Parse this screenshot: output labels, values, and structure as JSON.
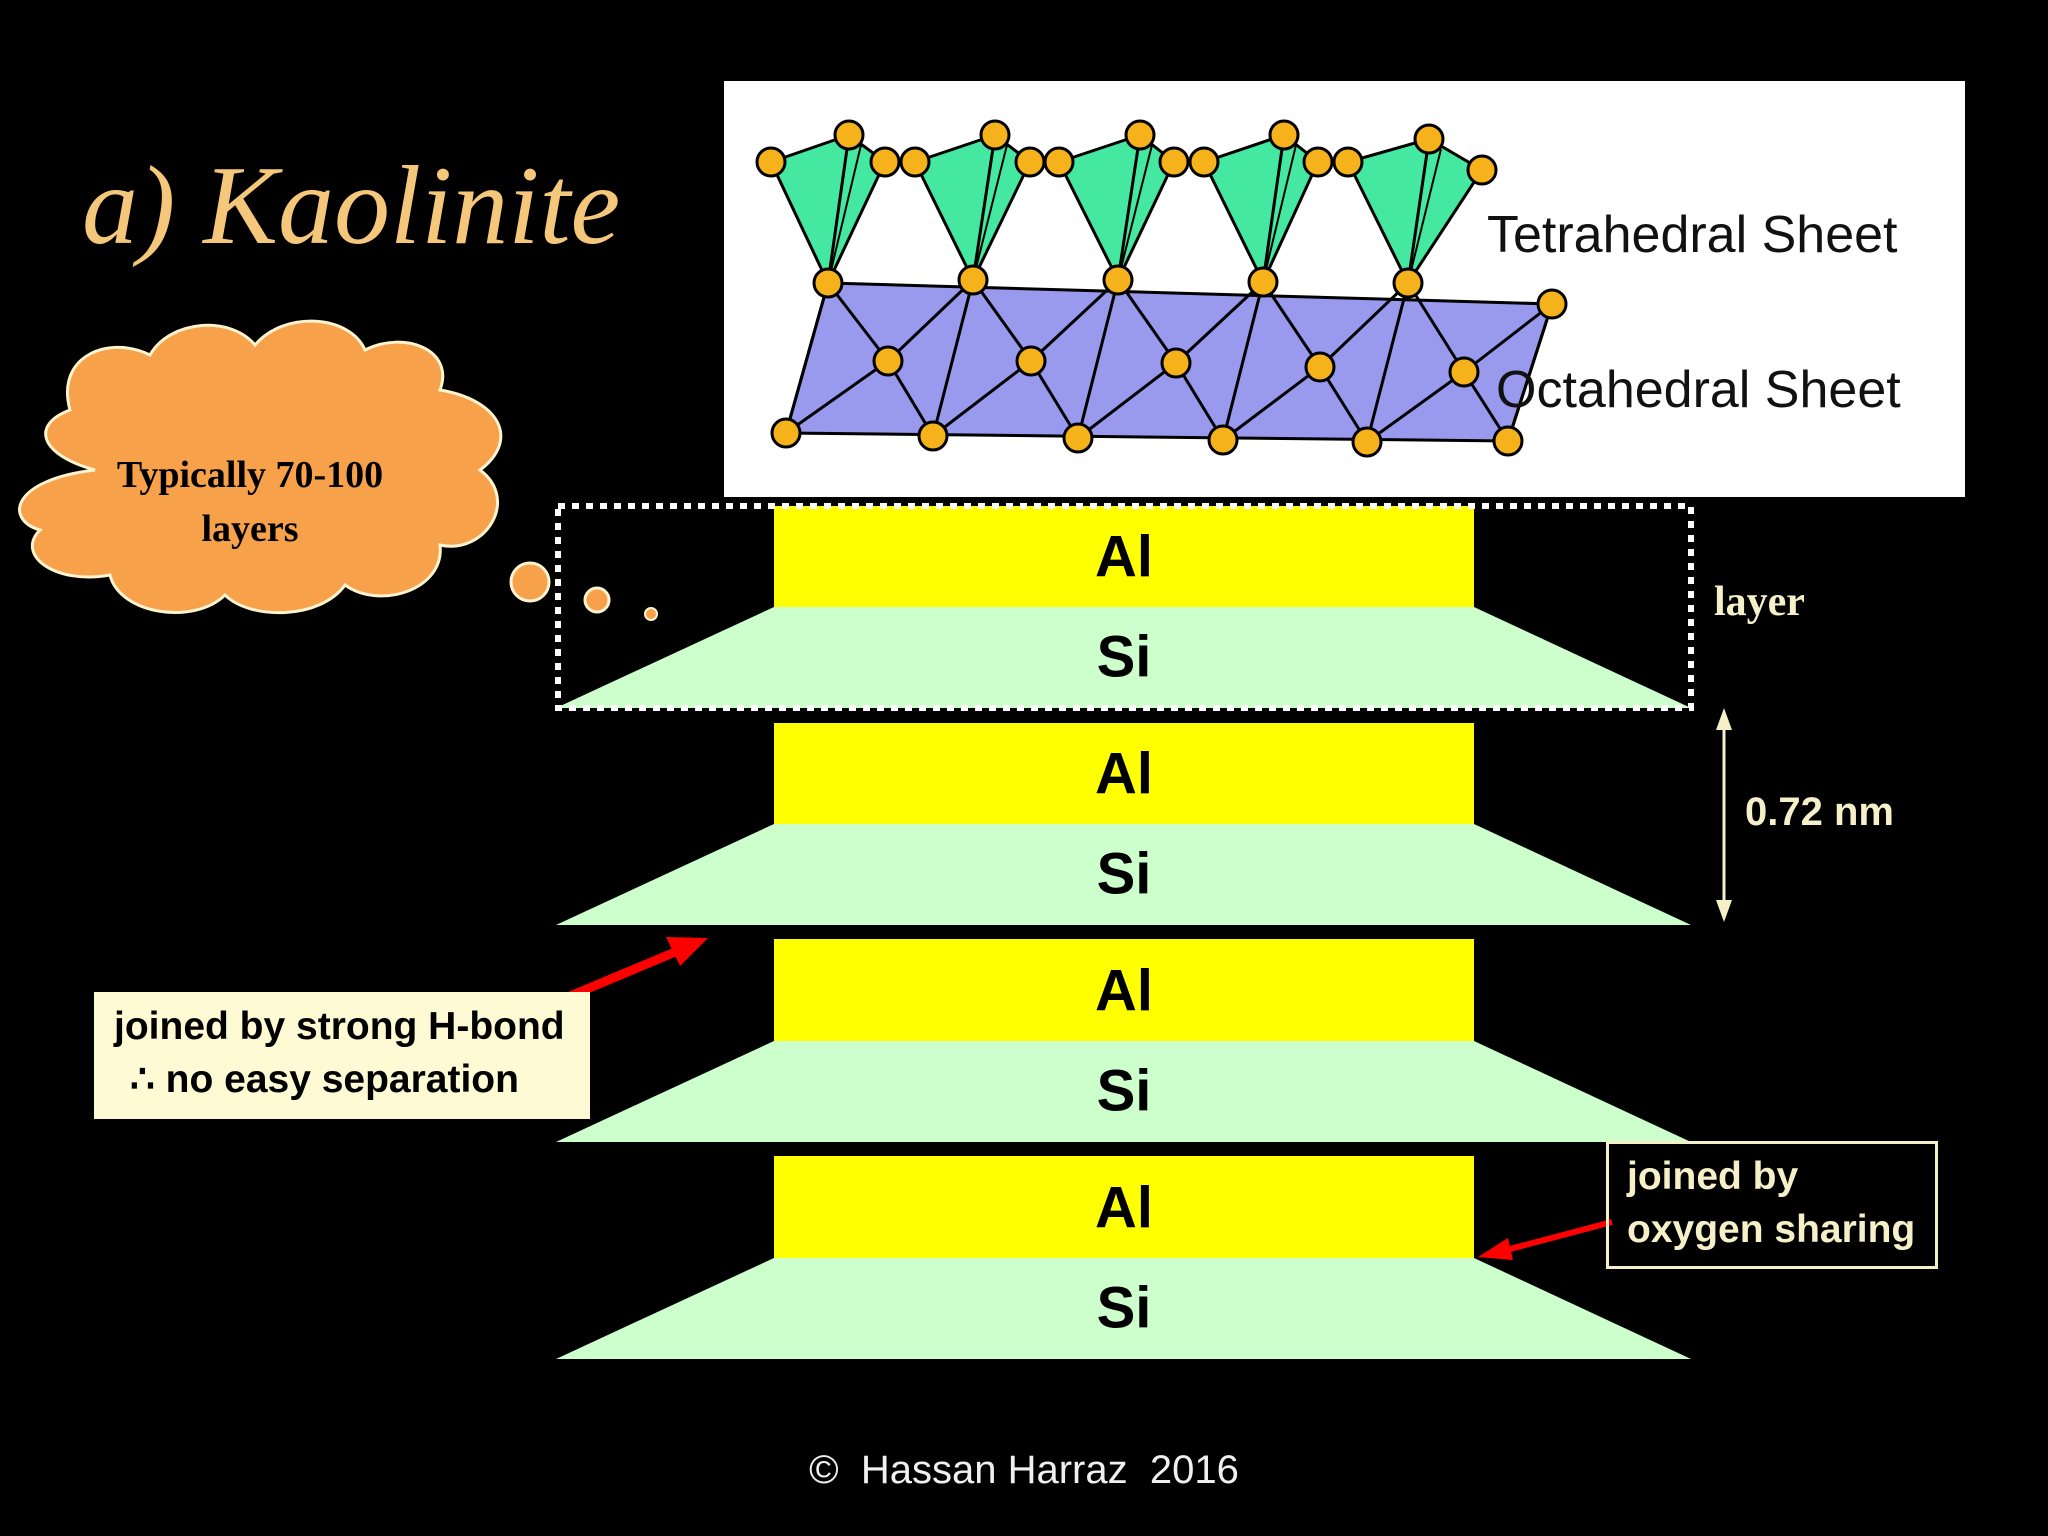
{
  "title": "a) Kaolinite",
  "structure": {
    "tetrahedral_label": "Tetrahedral Sheet",
    "octahedral_label": "Octahedral Sheet"
  },
  "cloud_note": "Typically 70-100 layers",
  "layers": [
    {
      "top": "Al",
      "bottom": "Si"
    },
    {
      "top": "Al",
      "bottom": "Si"
    },
    {
      "top": "Al",
      "bottom": "Si"
    },
    {
      "top": "Al",
      "bottom": "Si"
    }
  ],
  "layer_label": "layer",
  "spacing_label": "0.72 nm",
  "hbond_note": {
    "line1": "joined by strong H-bond",
    "line2": "∴ no easy separation"
  },
  "oxygen_note": {
    "line1": "joined by",
    "line2": "oxygen sharing"
  },
  "copyright": "©  Hassan Harraz  2016",
  "colors": {
    "background": "#000000",
    "title": "#f5c77a",
    "al_sheet": "#ffff00",
    "si_sheet": "#ccffcc",
    "tetrahedra": "#44e8a0",
    "octahedra": "#9999ee",
    "atoms": "#f5b21a",
    "cloud": "#f7a14a",
    "arrows": "#ff0000"
  }
}
